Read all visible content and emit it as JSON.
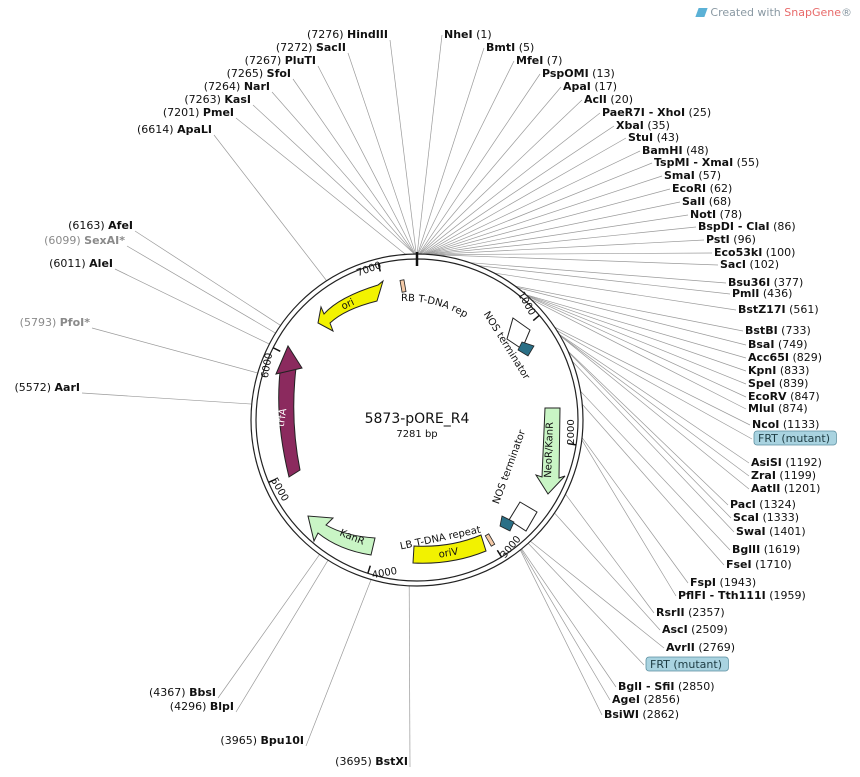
{
  "credit": {
    "prefix": "Created with",
    "brand": "SnapGene",
    "mark": "®"
  },
  "plasmid": {
    "name": "5873-pORE_R4",
    "length": "7281 bp"
  },
  "ticks": [
    "1000",
    "2000",
    "3000",
    "4000",
    "5000",
    "6000",
    "7000"
  ],
  "features": [
    {
      "name": "ori",
      "color": "#f2f200"
    },
    {
      "name": "RB T-DNA repeat",
      "color": "#f3c9a6"
    },
    {
      "name": "NOS terminator",
      "color": "#ffffff"
    },
    {
      "name": "NeoR/KanR",
      "color": "#c9f5c5"
    },
    {
      "name": "NOS terminator",
      "color": "#ffffff"
    },
    {
      "name": "LB T-DNA repeat",
      "color": "#f3c9a6"
    },
    {
      "name": "oriV",
      "color": "#f2f200"
    },
    {
      "name": "KanR",
      "color": "#c9f5c5"
    },
    {
      "name": "trfA",
      "color": "#8b2a5e"
    }
  ],
  "sites_left": [
    {
      "name": "HindIII",
      "pos": "(7276)"
    },
    {
      "name": "SacII",
      "pos": "(7272)"
    },
    {
      "name": "PluTI",
      "pos": "(7267)"
    },
    {
      "name": "SfoI",
      "pos": "(7265)"
    },
    {
      "name": "NarI",
      "pos": "(7264)"
    },
    {
      "name": "KasI",
      "pos": "(7263)"
    },
    {
      "name": "PmeI",
      "pos": "(7201)"
    },
    {
      "name": "ApaLI",
      "pos": "(6614)"
    },
    {
      "name": "AfeI",
      "pos": "(6163)"
    },
    {
      "name": "SexAI*",
      "pos": "(6099)",
      "gray": true
    },
    {
      "name": "AleI",
      "pos": "(6011)"
    },
    {
      "name": "PfoI*",
      "pos": "(5793)",
      "gray": true
    },
    {
      "name": "AarI",
      "pos": "(5572)"
    },
    {
      "name": "BbsI",
      "pos": "(4367)"
    },
    {
      "name": "BlpI",
      "pos": "(4296)"
    },
    {
      "name": "Bpu10I",
      "pos": "(3965)"
    },
    {
      "name": "BstXI",
      "pos": "(3695)"
    }
  ],
  "sites_right": [
    {
      "name": "NheI",
      "pos": "(1)"
    },
    {
      "name": "BmtI",
      "pos": "(5)"
    },
    {
      "name": "MfeI",
      "pos": "(7)"
    },
    {
      "name": "PspOMI",
      "pos": "(13)"
    },
    {
      "name": "ApaI",
      "pos": "(17)"
    },
    {
      "name": "AclI",
      "pos": "(20)"
    },
    {
      "name": "PaeR7I - XhoI",
      "pos": "(25)"
    },
    {
      "name": "XbaI",
      "pos": "(35)"
    },
    {
      "name": "StuI",
      "pos": "(43)"
    },
    {
      "name": "BamHI",
      "pos": "(48)"
    },
    {
      "name": "TspMI - XmaI",
      "pos": "(55)"
    },
    {
      "name": "SmaI",
      "pos": "(57)"
    },
    {
      "name": "EcoRI",
      "pos": "(62)"
    },
    {
      "name": "SalI",
      "pos": "(68)"
    },
    {
      "name": "NotI",
      "pos": "(78)"
    },
    {
      "name": "BspDI - ClaI",
      "pos": "(86)"
    },
    {
      "name": "PstI",
      "pos": "(96)"
    },
    {
      "name": "Eco53kI",
      "pos": "(100)"
    },
    {
      "name": "SacI",
      "pos": "(102)"
    },
    {
      "name": "Bsu36I",
      "pos": "(377)"
    },
    {
      "name": "PmlI",
      "pos": "(436)"
    },
    {
      "name": "BstZ17I",
      "pos": "(561)"
    },
    {
      "name": "BstBI",
      "pos": "(733)"
    },
    {
      "name": "BsaI",
      "pos": "(749)"
    },
    {
      "name": "Acc65I",
      "pos": "(829)"
    },
    {
      "name": "KpnI",
      "pos": "(833)"
    },
    {
      "name": "SpeI",
      "pos": "(839)"
    },
    {
      "name": "EcoRV",
      "pos": "(847)"
    },
    {
      "name": "MluI",
      "pos": "(874)"
    },
    {
      "name": "NcoI",
      "pos": "(1133)"
    },
    {
      "name": "FRT (mutant)",
      "pos": "",
      "box": true
    },
    {
      "name": "AsiSI",
      "pos": "(1192)"
    },
    {
      "name": "ZraI",
      "pos": "(1199)"
    },
    {
      "name": "AatII",
      "pos": "(1201)"
    },
    {
      "name": "PacI",
      "pos": "(1324)"
    },
    {
      "name": "ScaI",
      "pos": "(1333)"
    },
    {
      "name": "SwaI",
      "pos": "(1401)"
    },
    {
      "name": "BglII",
      "pos": "(1619)"
    },
    {
      "name": "FseI",
      "pos": "(1710)"
    },
    {
      "name": "FspI",
      "pos": "(1943)"
    },
    {
      "name": "PflFI - Tth111I",
      "pos": "(1959)"
    },
    {
      "name": "RsrII",
      "pos": "(2357)"
    },
    {
      "name": "AscI",
      "pos": "(2509)"
    },
    {
      "name": "AvrII",
      "pos": "(2769)"
    },
    {
      "name": "FRT (mutant)",
      "pos": "",
      "box": true
    },
    {
      "name": "BglI - SfiI",
      "pos": "(2850)"
    },
    {
      "name": "AgeI",
      "pos": "(2856)"
    },
    {
      "name": "BsiWI",
      "pos": "(2862)"
    }
  ]
}
